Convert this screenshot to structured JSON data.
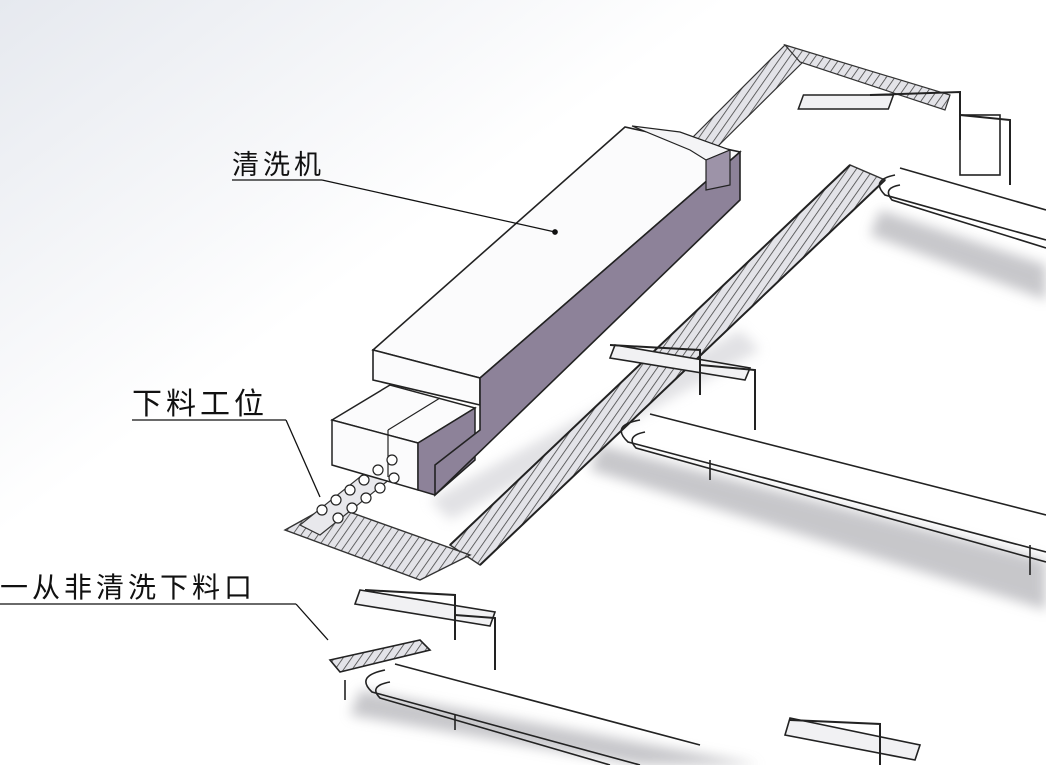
{
  "callouts": [
    {
      "id": "cleaner",
      "text": "清洗机"
    },
    {
      "id": "unload-station",
      "text": "下料工位"
    },
    {
      "id": "non-clean-outlet",
      "text": "一从非清洗下料口"
    }
  ],
  "colors": {
    "machine_top": "#fbfbfc",
    "machine_side": "#8d8299",
    "machine_edge": "#222222",
    "conveyor_fill": "#d9d9de",
    "conveyor_edge": "#333333",
    "background_shade": "#dfe3ea"
  }
}
